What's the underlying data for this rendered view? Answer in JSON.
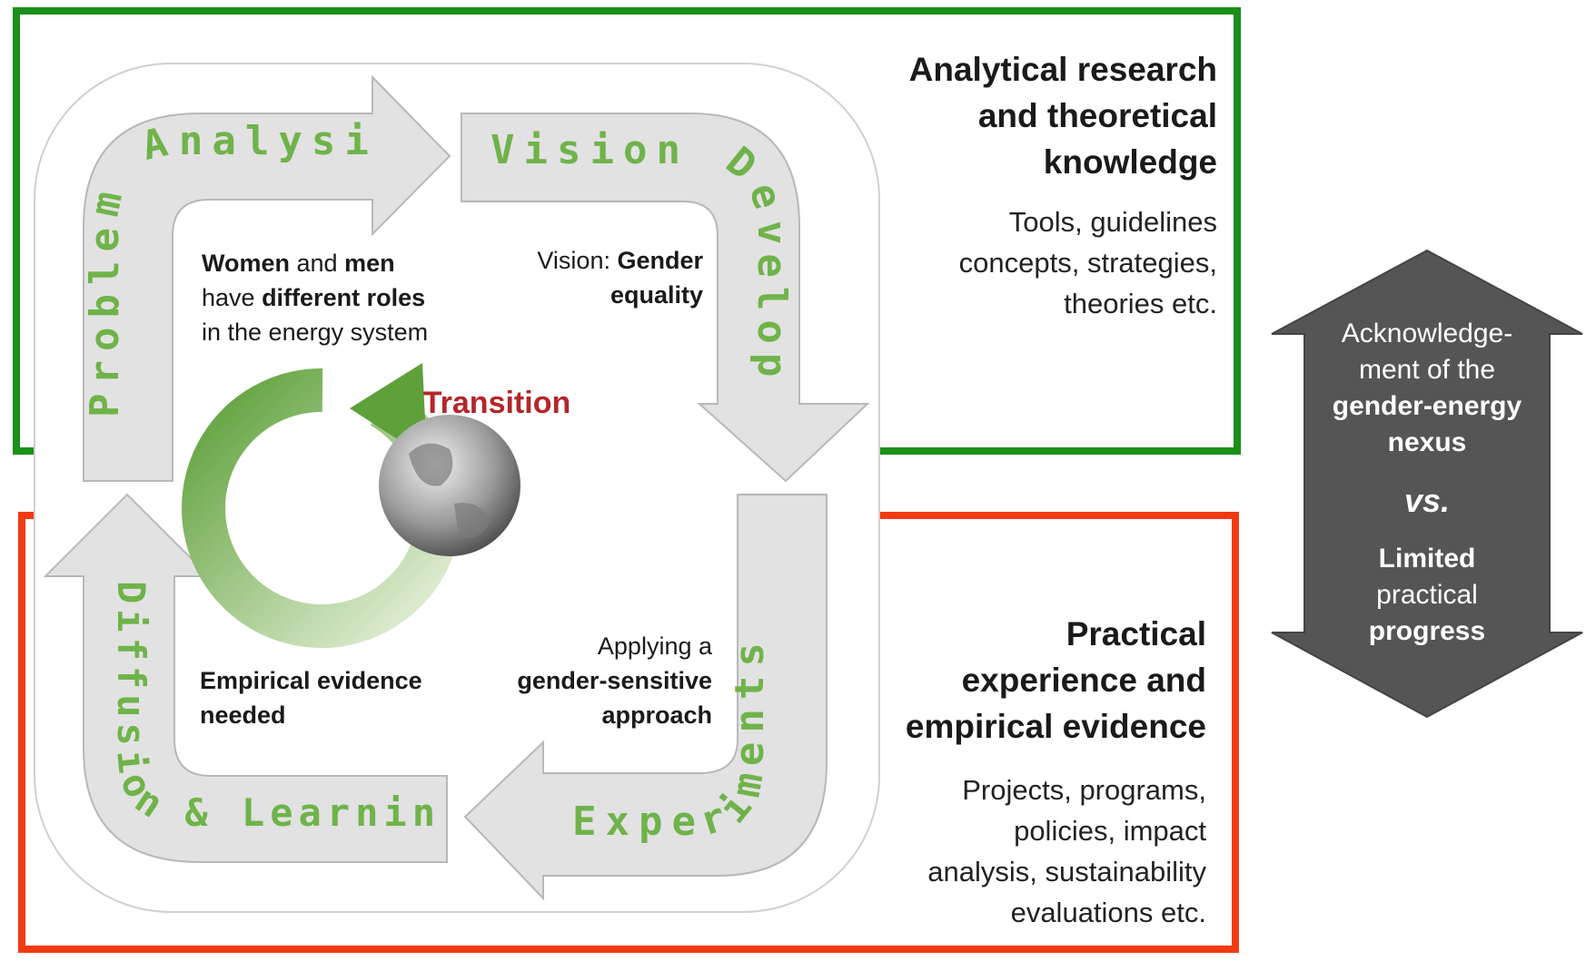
{
  "cycle": {
    "stage_top_left": "Problem Analysis",
    "stage_top_right": "Vision Development",
    "stage_bottom_right": "Experiments",
    "stage_bottom_left": "Diffusion & Learning",
    "center_label": "Transition"
  },
  "inner_texts": {
    "problem": {
      "w1": "Women",
      "w2": " and ",
      "w3": "men",
      "w4": "have ",
      "w5": "different roles",
      "w6": "in the energy system"
    },
    "vision": {
      "w1": "Vision: ",
      "w2": "Gender",
      "w3": "equality"
    },
    "experiments": {
      "w1": "Applying a",
      "w2": "gender-sensitive",
      "w3": "approach"
    },
    "diffusion": {
      "w1": "Empirical evidence",
      "w2": "needed"
    }
  },
  "top_panel": {
    "heading_1": "Analytical research",
    "heading_2": "and theoretical",
    "heading_3": "knowledge",
    "body_1": "Tools, guidelines",
    "body_2": "concepts,  strategies,",
    "body_3": "theories etc."
  },
  "bottom_panel": {
    "heading_1": "Practical",
    "heading_2": "experience and",
    "heading_3": "empirical evidence",
    "body_1": "Projects, programs,",
    "body_2": "policies, impact",
    "body_3": "analysis, sustainability",
    "body_4": "evaluations etc."
  },
  "double_arrow": {
    "line_1": "Acknowledge-",
    "line_2": "ment of the",
    "line_3": "gender-energy",
    "line_4": "nexus",
    "vs": "vs.",
    "line_5": "Limited",
    "line_6": "practical",
    "line_7": "progress"
  },
  "colors": {
    "green_frame": "#1a8f1a",
    "red_frame": "#f23a12",
    "cycle_text": "#6fb34a",
    "arrow_fill": "#e2e2e2",
    "transition_text": "#b3262a",
    "double_arrow": "#555555"
  }
}
